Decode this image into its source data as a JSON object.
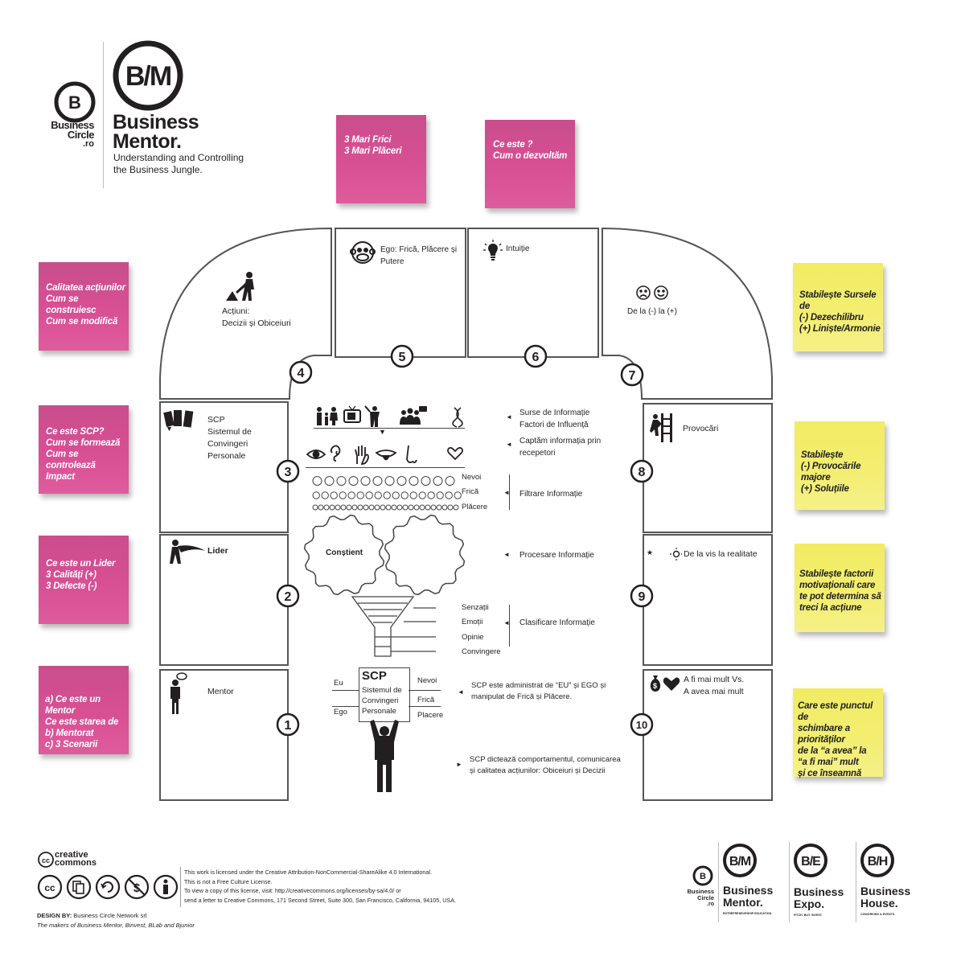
{
  "header": {
    "circle_logo_lines": [
      "Business",
      "Circle",
      ".ro"
    ],
    "bm_logo_text": "B/M",
    "brand_title_lines": [
      "Business",
      "Mentor."
    ],
    "tagline_lines": [
      "Understanding and Controlling",
      "the Business Jungle."
    ]
  },
  "notes": {
    "top_left": "3 Mari Frici\n3 Mari Plăceri",
    "top_right": "Ce este ?\nCum o dezvoltăm",
    "left_1": "Calitatea acțiunilor\nCum se construiesc\nCum se modifică",
    "left_2": "Ce este SCP?\nCum se formează\nCum se controlează\nImpact",
    "left_3": "Ce este un Lider\n3 Calități  (+)\n3 Defecte (-)",
    "left_4": "a) Ce este un  Mentor\nCe este starea de\nb) Mentorat\nc) 3 Scenarii",
    "right_1": "Stabilește Sursele de\n(-) Dezechilibru\n(+) Liniște/Armonie",
    "right_2": "Stabilește\n(-) Provocările majore\n(+) Soluțiile",
    "right_3": "Stabilește factorii\nmotivaționali care\nte pot determina să\ntreci la acțiune",
    "right_4": "Care este punctul de\nschimbare a\npriorităților\nde la “a avea” la\n“a fi mai” mult\nși ce înseamnă"
  },
  "boxes": {
    "b1": {
      "num": "1",
      "label": "Mentor"
    },
    "b2": {
      "num": "2",
      "label": "Lider"
    },
    "b3": {
      "num": "3",
      "label": "SCP\nSistemul de\nConvingeri\nPersonale"
    },
    "b4": {
      "num": "4",
      "label": "Acțiuni:\nDecizii și Obiceiuri"
    },
    "b5": {
      "num": "5",
      "label": "Ego: Frică, Plăcere și\nPutere"
    },
    "b6": {
      "num": "6",
      "label": "Intuiție"
    },
    "b7": {
      "num": "7",
      "label": "De la (-) la (+)"
    },
    "b8": {
      "num": "8",
      "label": "Provocări"
    },
    "b9": {
      "num": "9",
      "label": "De la vis la realitate"
    },
    "b10": {
      "num": "10",
      "label": "A fi mai mult Vs.\nA avea mai mult"
    }
  },
  "center": {
    "sources": "Surse de Informație\nFactori de Influență",
    "receptors": "Captăm informația prin\nrecepetori",
    "filter_labels": [
      "Nevoi",
      "Frică",
      "Plăcere"
    ],
    "filter": "Filtrare Informație",
    "gear_label": "Conștient",
    "processing": "Procesare Informație",
    "class_labels": [
      "Senzații",
      "Emoții",
      "Opinie",
      "Convingere"
    ],
    "classification": "Clasificare Informație",
    "scp_title": "SCP",
    "scp_sub": "Sistemul de\nConvingeri\nPersonale",
    "scp_left": [
      "Eu",
      "Ego"
    ],
    "scp_right": [
      "Nevoi",
      "Frică",
      "Placere"
    ],
    "admin_text": "SCP este administrat de “EU” și EGO și\nmanipulat de Frică și Plăcere.",
    "dictate_text": "SCP dictează comportamentul, comunicarea\n și calitatea acțiunilor: Obiceiuri și Decizii"
  },
  "footer": {
    "cc_logo_lines": [
      "creative",
      "commons"
    ],
    "license_lines": "This work is licensed under the Creative Attribution-NonCommercial-ShareAlike 4.0 International.\nThis is not a Free Culture License.\nTo view a copy of this license, visit: http://creativecommons.org/licenses/by-sa/4.0/ or\nsend a letter to Creative Commons, 171 Second Street, Suite 300, San Francisco, California, 94105, USA.",
    "design_by_label": "DESIGN BY:",
    "design_by_value": " Business Circle Network srl",
    "makers": "The makers of Business Mentor, Binvest, BLab and Bjunior",
    "brands": [
      {
        "logo": "B/M",
        "name": "Business\nMentor.",
        "tag": "ENTREPRENEURSHIP EDUCATION."
      },
      {
        "logo": "B/E",
        "name": "Business\nExpo.",
        "tag": "PITCH. BUY. INVEST."
      },
      {
        "logo": "B/H",
        "name": "Business\nHouse.",
        "tag": "COWORKING & EVENTS."
      }
    ],
    "circle_small_lines": [
      "Business",
      "Circle",
      ".ro"
    ]
  },
  "colors": {
    "pink": "#d84f94",
    "yellow": "#f3ee72",
    "line": "#4a4a4a",
    "dark": "#231f20"
  }
}
